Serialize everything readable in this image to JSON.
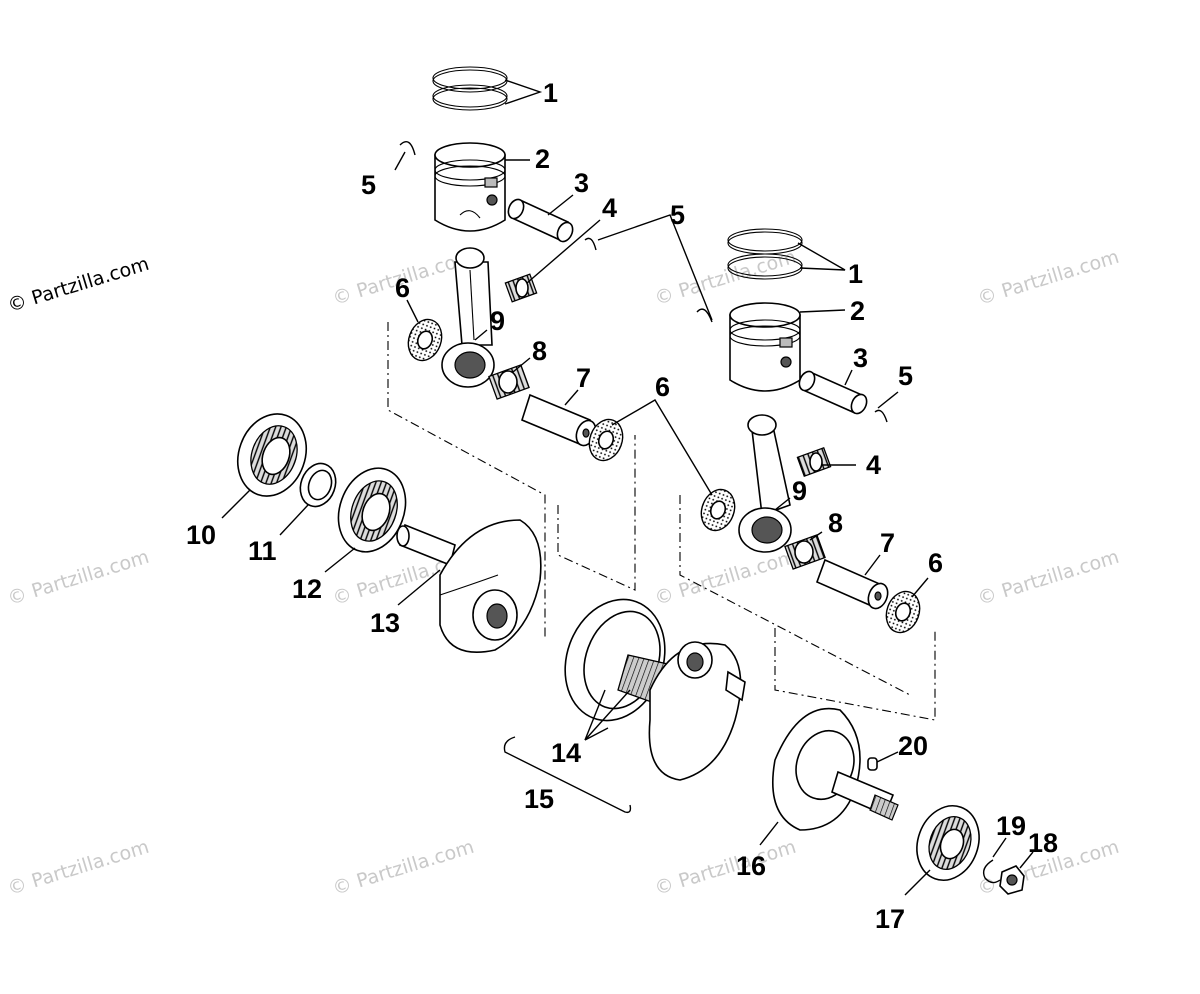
{
  "watermark": {
    "main": "© Partzilla.com",
    "repeat": "© Partzilla.com"
  },
  "callouts": {
    "c1a": "1",
    "c2a": "2",
    "c3a": "3",
    "c4a": "4",
    "c5a": "5",
    "c5b": "5",
    "c1b": "1",
    "c2b": "2",
    "c3b": "3",
    "c5c": "5",
    "c6a": "6",
    "c9a": "9",
    "c8a": "8",
    "c7a": "7",
    "c6b": "6",
    "c4b": "4",
    "c9b": "9",
    "c8b": "8",
    "c7b": "7",
    "c6c": "6",
    "c10": "10",
    "c11": "11",
    "c12": "12",
    "c13": "13",
    "c14": "14",
    "c15": "15",
    "c16": "16",
    "c17": "17",
    "c18": "18",
    "c19": "19",
    "c20": "20"
  }
}
